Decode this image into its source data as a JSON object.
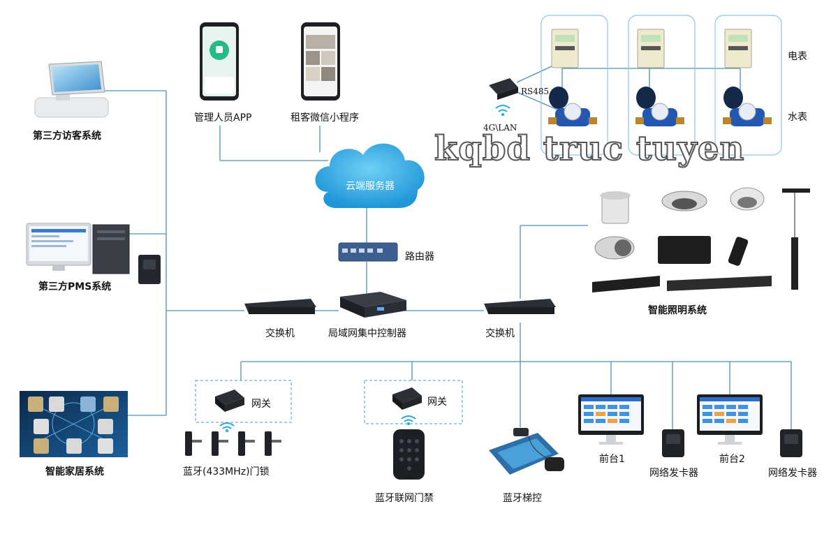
{
  "labels": {
    "visitor_system": "第三方访客系统",
    "pms_system": "第三方PMS系统",
    "smart_home": "智能家居系统",
    "admin_app": "管理人员APP",
    "tenant_miniprogram": "租客微信小程序",
    "cloud_server": "云端服务器",
    "router": "路由器",
    "switch_left": "交换机",
    "lan_controller": "局域网集中控制器",
    "switch_right": "交换机",
    "rs485": "RS485",
    "net_4g_lan": "4G\\LAN",
    "electric_meter": "电表",
    "water_meter": "水表",
    "lighting_system": "智能照明系统",
    "gateway_1": "网关",
    "gateway_2": "网关",
    "bluetooth_lock": "蓝牙(433MHz)门锁",
    "bluetooth_access": "蓝牙联网门禁",
    "bluetooth_elevator": "蓝牙梯控",
    "front_desk_1": "前台1",
    "front_desk_2": "前台2",
    "card_issuer_1": "网络发卡器",
    "card_issuer_2": "网络发卡器"
  },
  "watermark": "kqbd truc tuyen",
  "colors": {
    "link": "#4a90b8",
    "cloud": "#29a6e0",
    "device_dark": "#2b2f36",
    "dashed_box": "#6aa9c9"
  }
}
